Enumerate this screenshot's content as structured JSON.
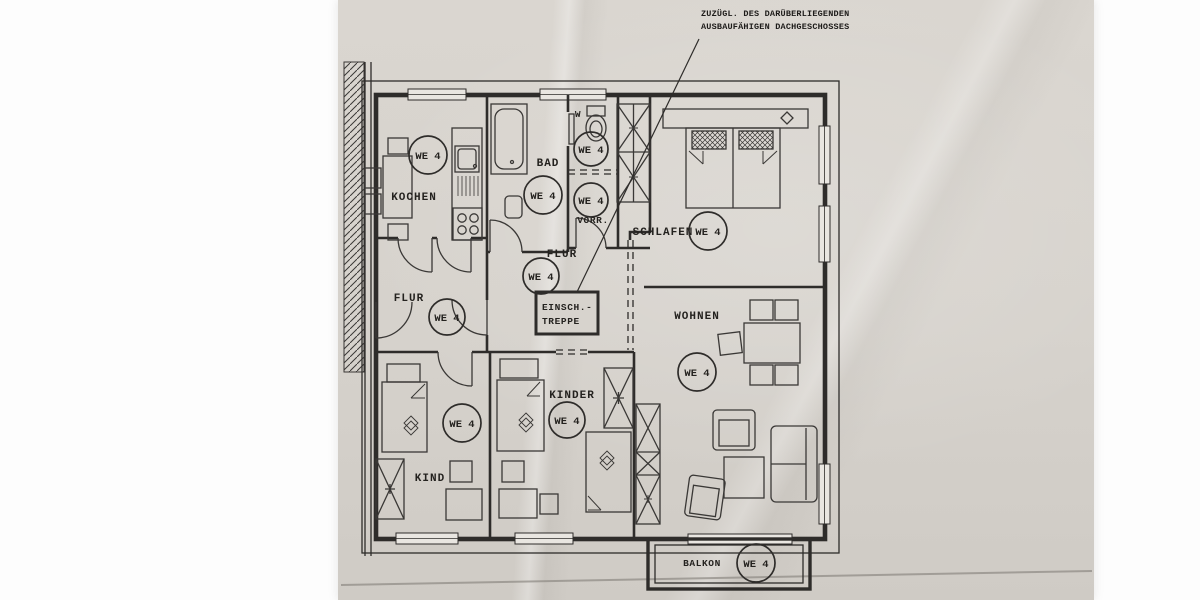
{
  "annotation": {
    "line1": "ZUZÜGL. DES DARÜBERLIEGENDEN",
    "line2": "AUSBAUFÄHIGEN DACHGESCHOSSES"
  },
  "unit": {
    "label": "WE 4"
  },
  "rooms": {
    "kochen": "KOCHEN",
    "bad": "BAD",
    "wc": "W",
    "vorrat": "VORR.",
    "schlafen": "SCHLAFEN",
    "flur_left": "FLUR",
    "flur_center": "FLUR",
    "wohnen": "WOHNEN",
    "kind": "KIND",
    "kinder": "KINDER",
    "balkon": "BALKON"
  },
  "treppe": {
    "line1": "EINSCH.-",
    "line2": "TREPPE"
  },
  "colors": {
    "paper": "#d7d3cd",
    "ink": "#2e2c2a"
  }
}
